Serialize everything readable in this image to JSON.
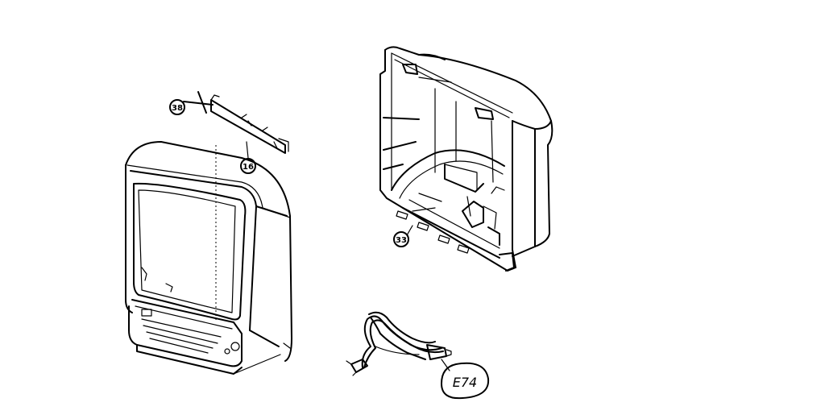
{
  "callouts": {
    "screw": "38",
    "bracket": "16",
    "rear_cabinet": "33",
    "power_cord": "E74"
  }
}
